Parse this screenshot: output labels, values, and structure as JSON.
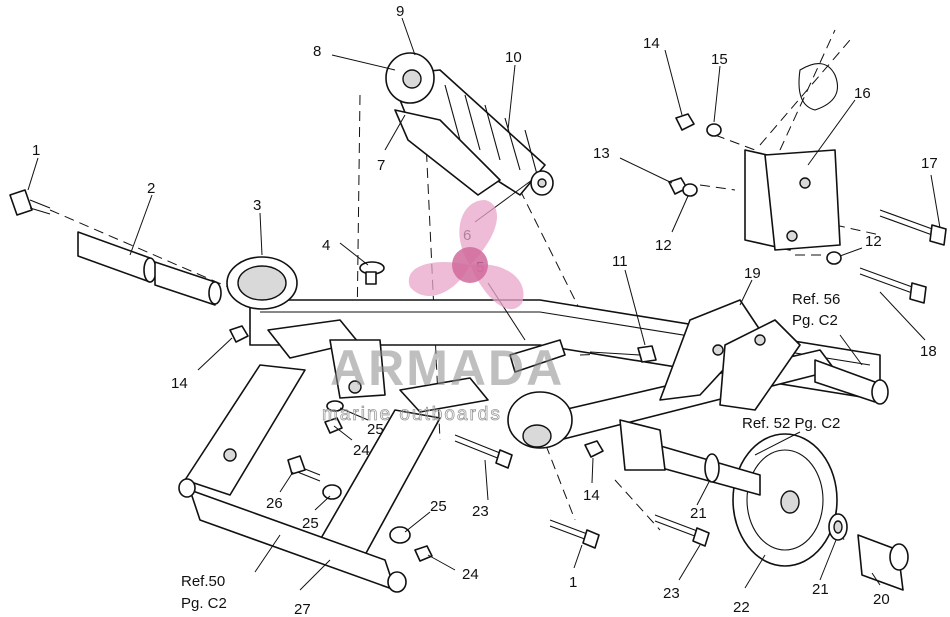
{
  "callouts": [
    "1",
    "2",
    "3",
    "4",
    "5",
    "6",
    "7",
    "8",
    "9",
    "10",
    "11",
    "12",
    "13",
    "14",
    "15",
    "16",
    "17",
    "18",
    "19",
    "20",
    "21",
    "22",
    "23",
    "24",
    "25",
    "26",
    "27"
  ],
  "references": {
    "ref56_line1": "Ref. 56",
    "ref56_line2": "Pg. C2",
    "ref52": "Ref. 52 Pg. C2",
    "ref50_line1": "Ref.50",
    "ref50_line2": "Pg. C2"
  },
  "watermark": {
    "brand": "ARMADA",
    "tagline": "marine outboards",
    "colors": {
      "logo": "#e8a6c8",
      "logo_center": "#d06a9c",
      "text": "#8a8a8a"
    }
  }
}
